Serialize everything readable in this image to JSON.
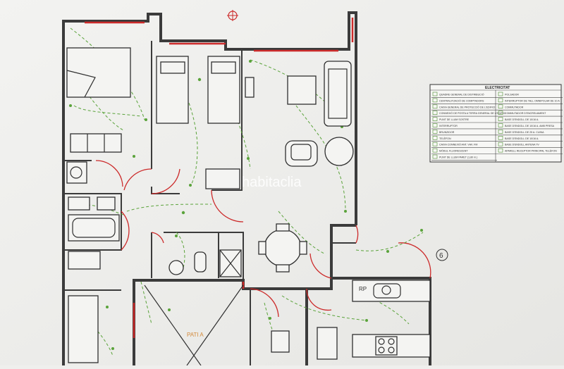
{
  "legend": {
    "title": "ELECTRICITAT",
    "left": [
      "QUADRE GENERAL DE DISTRIBUCIÓ",
      "CENTRALITZACIÓ DE COMPTADORS",
      "CAIXA GENERAL DE PROTECCIÓ DE L'EDIFICI",
      "CONNEXIÓ DE POSTA A TERRA GENERAL DE L'EDIFICI",
      "PUNT DE LLUM SOSTRE",
      "INTERRUPTOR",
      "BRUNZIDOR",
      "TELÈFON",
      "CAIXA CONNEXIÓ ANT. VHF, FM",
      "MÒDUL FLUORESCENT",
      "PUNT DE LLUM PARET (1,80 m.)"
    ],
    "right": [
      "POLSADOR",
      "INTERRUPTOR DE TALL OMNIPOLAR DE 10 A",
      "COMMUTADOR",
      "COMMUTADOR D'ENCREUAMENT",
      "BASE D'ENDOLL DE 10/16 A.",
      "BASE D'ENDOLL DE 10/16 A. AMB PRESA",
      "BASE D'ENDOLL DE 25 A. CUINA",
      "BASE D'ENDOLL DE 10/16 A.",
      "BASE D'ENDOLL ANTENA TV",
      "APARELL RECEPTOR PRINCIPAL TELÈFON"
    ]
  },
  "labels": {
    "patio": "PATI A",
    "rp": "RP",
    "unit_number": "6",
    "watermark": "habitaclia"
  }
}
